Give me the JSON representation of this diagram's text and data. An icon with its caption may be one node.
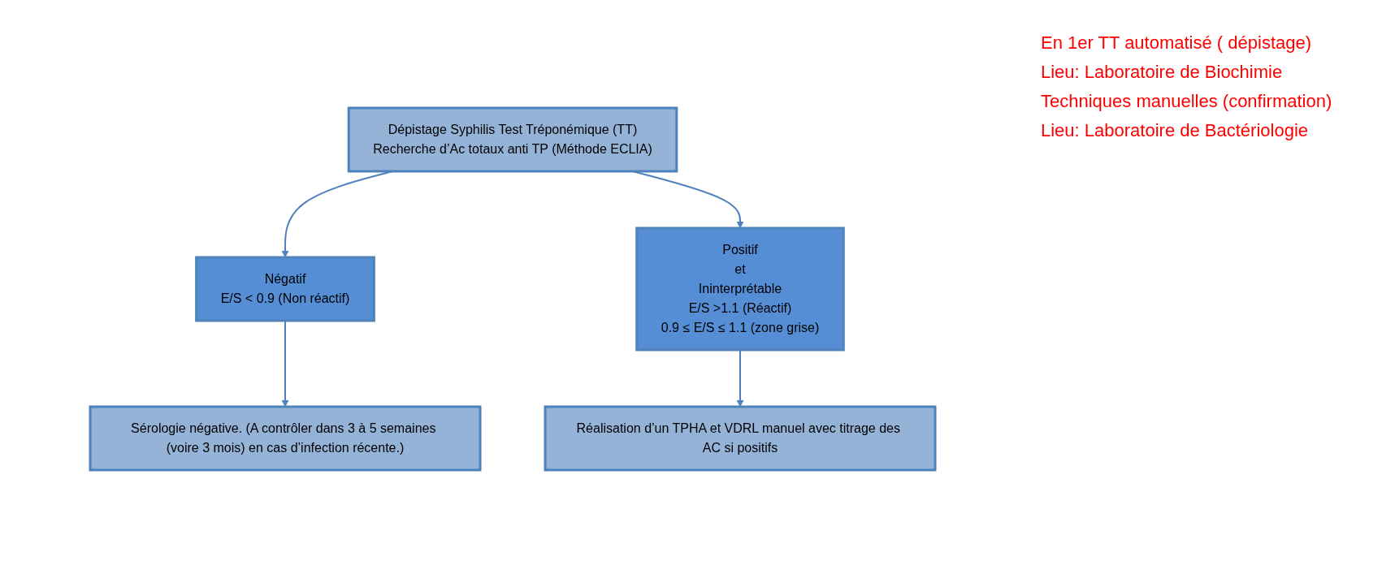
{
  "diagram": {
    "nodes": [
      {
        "text": [
          "Dépistage Syphilis Test Tréponémique (TT)",
          "Recherche d’Ac totaux anti TP (Méthode ECLIA)"
        ]
      },
      {
        "text": [
          "Négatif",
          "E/S < 0.9 (Non réactif)"
        ]
      },
      {
        "text": [
          "Positif",
          "et",
          "Ininterprétable",
          "E/S >1.1 (Réactif)",
          "0.9  ≤ E/S ≤ 1.1 (zone grise)"
        ]
      },
      {
        "text": [
          "Sérologie négative. (A contrôler dans 3 à 5 semaines (voire 3 mois) en cas d’infection récente.)"
        ]
      },
      {
        "text": [
          "Réalisation d’un TPHA et VDRL manuel avec titrage des AC si positifs"
        ]
      }
    ],
    "edges": [
      {
        "from": 0,
        "to": 1,
        "arrow": "to"
      },
      {
        "from": 0,
        "to": 2,
        "arrow": "to"
      },
      {
        "from": 1,
        "to": 3,
        "arrow": "to"
      },
      {
        "from": 2,
        "to": 4,
        "arrow": "to"
      }
    ],
    "labels": [
      "En 1er TT automatisé ( dépistage)",
      "Lieu: Laboratoire de Biochimie",
      "Techniques manuelles (confirmation)",
      "Lieu: Laboratoire de Bactériologie"
    ]
  }
}
